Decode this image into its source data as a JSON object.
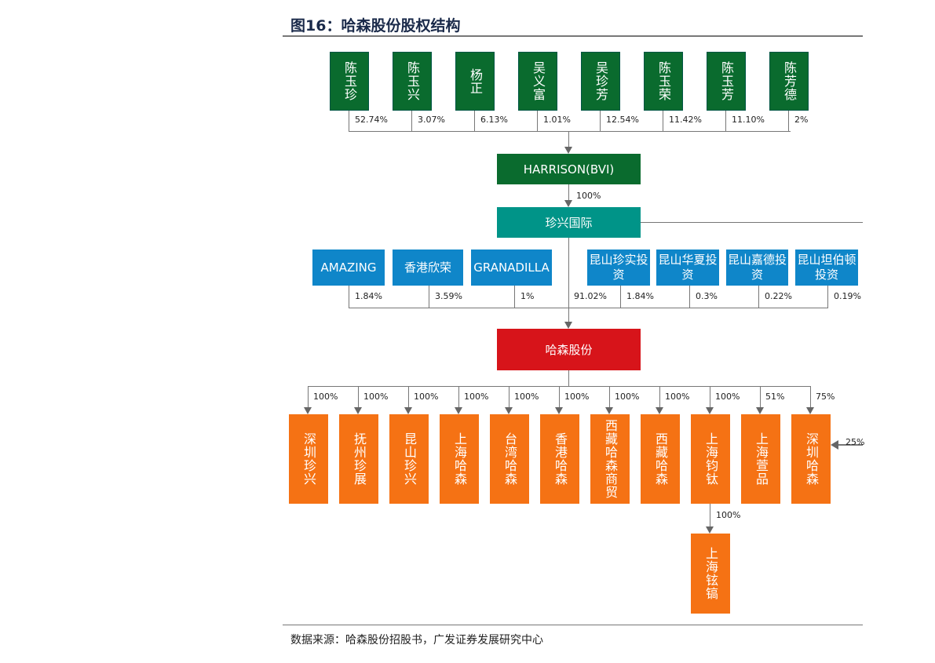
{
  "title": "图16：哈森股份股权结构",
  "source": "数据来源：哈森股份招股书，广发证券发展研究中心",
  "shareholders": [
    {
      "name": "陈玉珍",
      "pct": "52.74%"
    },
    {
      "name": "陈玉兴",
      "pct": "3.07%"
    },
    {
      "name": "杨正",
      "pct": "6.13%"
    },
    {
      "name": "吴义富",
      "pct": "1.01%"
    },
    {
      "name": "吴珍芳",
      "pct": "12.54%"
    },
    {
      "name": "陈玉荣",
      "pct": "11.42%"
    },
    {
      "name": "陈玉芳",
      "pct": "11.10%"
    },
    {
      "name": "陈芳德",
      "pct": "2%"
    }
  ],
  "harrison": {
    "name": "HARRISON(BVI)",
    "pct": "100%"
  },
  "zhenxing": {
    "name": "珍兴国际",
    "pct": "91.02%"
  },
  "investors": [
    {
      "name": "AMAZING",
      "pct": "1.84%"
    },
    {
      "name": "香港欣荣",
      "pct": "3.59%"
    },
    {
      "name": "GRANADILLA",
      "pct": "1%"
    },
    {
      "name": "昆山珍实投资",
      "pct": "1.84%"
    },
    {
      "name": "昆山华夏投资",
      "pct": "0.3%"
    },
    {
      "name": "昆山嘉德投资",
      "pct": "0.22%"
    },
    {
      "name": "昆山坦伯顿投资",
      "pct": "0.19%"
    }
  ],
  "company": {
    "name": "哈森股份"
  },
  "subsidiaries": [
    {
      "name": "深圳珍兴",
      "pct": "100%"
    },
    {
      "name": "抚州珍展",
      "pct": "100%"
    },
    {
      "name": "昆山珍兴",
      "pct": "100%"
    },
    {
      "name": "上海哈森",
      "pct": "100%"
    },
    {
      "name": "台湾哈森",
      "pct": "100%"
    },
    {
      "name": "香港哈森",
      "pct": "100%"
    },
    {
      "name": "西藏哈森商贸",
      "pct": "100%"
    },
    {
      "name": "西藏哈森",
      "pct": "100%"
    },
    {
      "name": "上海钧钛",
      "pct": "100%"
    },
    {
      "name": "上海萱品",
      "pct": "51%"
    },
    {
      "name": "深圳哈森",
      "pct": "75%"
    }
  ],
  "sub_child": {
    "name": "上海铉镐",
    "pct": "100%"
  },
  "external_pct": "25%",
  "colors": {
    "green": "#0a6b2e",
    "teal": "#009488",
    "blue": "#0f86c9",
    "red": "#d7141a",
    "orange": "#f57214"
  }
}
